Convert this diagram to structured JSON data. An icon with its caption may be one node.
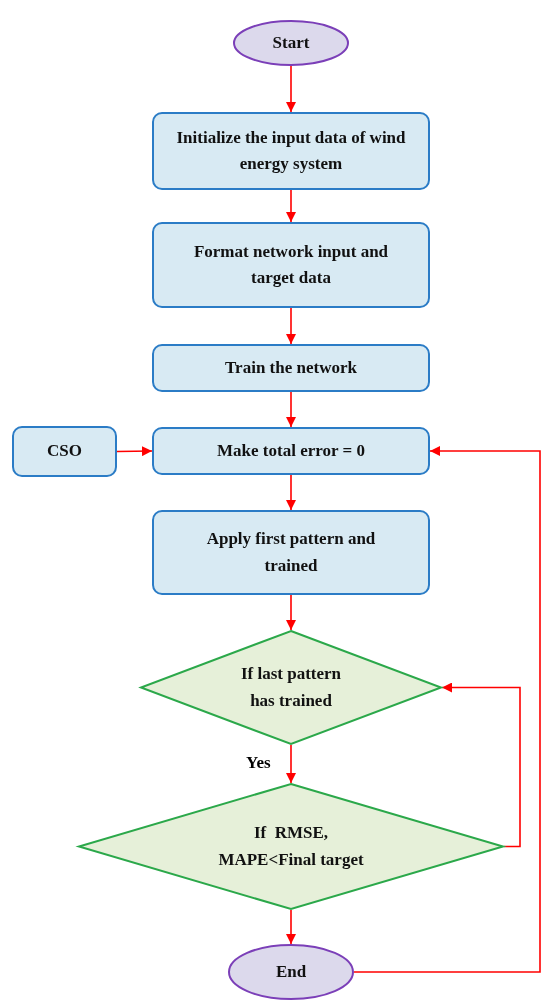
{
  "diagram": {
    "nodes": [
      {
        "text": [
          "Start"
        ]
      },
      {
        "text": [
          "Initialize the input data of wind energy system"
        ]
      },
      {
        "text": [
          "Format network input and target data"
        ]
      },
      {
        "text": [
          "Train the network"
        ]
      },
      {
        "text": [
          "CSO"
        ]
      },
      {
        "text": [
          "Make total error = 0"
        ]
      },
      {
        "text": [
          "Apply first pattern and trained"
        ]
      },
      {
        "text": [
          "If last pattern has trained"
        ]
      },
      {
        "text": [
          "If  RMSE, MAPE<Final target"
        ]
      },
      {
        "text": [
          "End"
        ]
      }
    ],
    "edges": [
      {
        "from": 0,
        "to": 1,
        "arrow": "to"
      },
      {
        "from": 1,
        "to": 2,
        "arrow": "to"
      },
      {
        "from": 2,
        "to": 3,
        "arrow": "to"
      },
      {
        "from": 3,
        "to": 5,
        "arrow": "to"
      },
      {
        "from": 4,
        "to": 5,
        "arrow": "to"
      },
      {
        "from": 5,
        "to": 6,
        "arrow": "to"
      },
      {
        "from": 6,
        "to": 7,
        "arrow": "to"
      },
      {
        "from": 7,
        "to": 8,
        "arrow": "to",
        "label": "Yes"
      },
      {
        "from": 8,
        "to": 7,
        "arrow": "to"
      },
      {
        "from": 8,
        "to": 9,
        "arrow": "to"
      },
      {
        "from": 9,
        "to": 5,
        "arrow": "to"
      }
    ]
  }
}
